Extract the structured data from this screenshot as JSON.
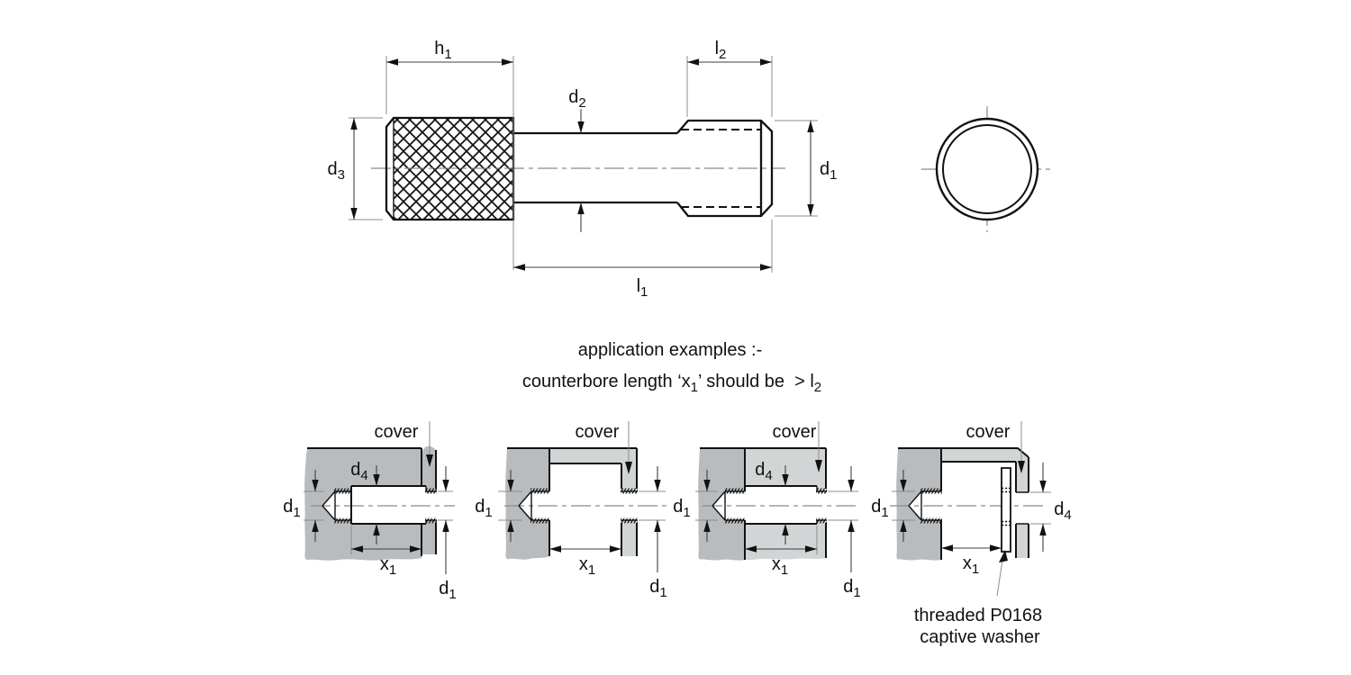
{
  "colors": {
    "body_gray": "#b9bcbe",
    "cover_gray": "#d2d5d6",
    "line_black": "#111111",
    "dim_gray": "#8c8c8c",
    "centerline_gray": "#8a8a8a"
  },
  "labels": {
    "h1": {
      "b": "h",
      "s": "1"
    },
    "l2": {
      "b": "l",
      "s": "2"
    },
    "d2": {
      "b": "d",
      "s": "2"
    },
    "d3": {
      "b": "d",
      "s": "3"
    },
    "d1": {
      "b": "d",
      "s": "1"
    },
    "l1": {
      "b": "l",
      "s": "1"
    },
    "d4": {
      "b": "d",
      "s": "4"
    },
    "x1": {
      "b": "x",
      "s": "1"
    }
  },
  "heading": {
    "line1": "application examples :-",
    "line2": {
      "p1": "counterbore length ‘x",
      "s1": "1",
      "p2": "’ should be  > l",
      "s2": "2"
    }
  },
  "examples": [
    {
      "cover_label": "cover"
    },
    {
      "cover_label": "cover"
    },
    {
      "cover_label": "cover"
    },
    {
      "cover_label": "cover"
    }
  ],
  "washer_note": {
    "line1": "threaded P0168",
    "line2": "captive washer"
  }
}
